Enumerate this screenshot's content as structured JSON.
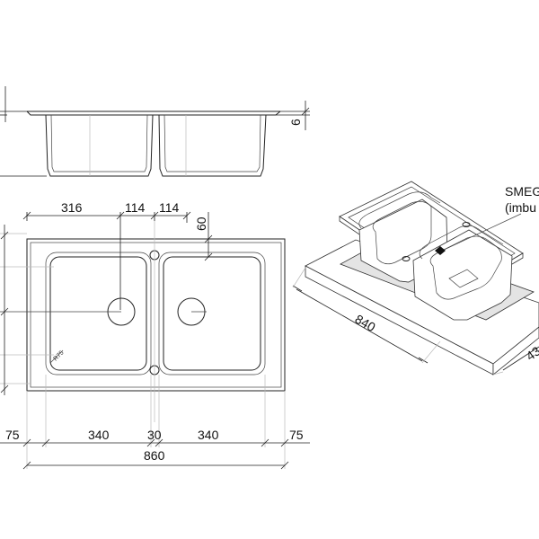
{
  "dimensions": {
    "top_316": "316",
    "top_114_a": "114",
    "top_114_b": "114",
    "top_60": "60",
    "side_6": "6",
    "bottom_75_left": "75",
    "bottom_340_left": "340",
    "bottom_30": "30",
    "bottom_340_right": "340",
    "bottom_75_right": "75",
    "total_860": "860",
    "radius": "R75",
    "iso_840": "840",
    "iso_depth_partial": "43"
  },
  "label": {
    "line1": "SMEG",
    "line2": "(imbu"
  },
  "colors": {
    "line": "#222222",
    "cutout": "#e4e4e4"
  }
}
